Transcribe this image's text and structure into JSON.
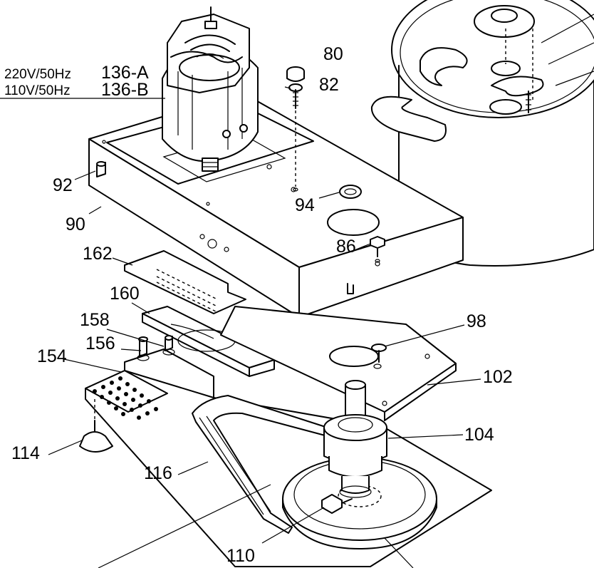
{
  "voltage": {
    "line1": "220V/50Hz",
    "line2": "110V/50Hz"
  },
  "parts": {
    "motor_a": "136-A",
    "motor_b": "136-B",
    "p80": "80",
    "p82": "82",
    "p92": "92",
    "p94": "94",
    "p90": "90",
    "p86": "86",
    "p162": "162",
    "p160": "160",
    "p158": "158",
    "p98": "98",
    "p156": "156",
    "p154": "154",
    "p102": "102",
    "p104": "104",
    "p114": "114",
    "p116": "116",
    "p110": "110"
  }
}
